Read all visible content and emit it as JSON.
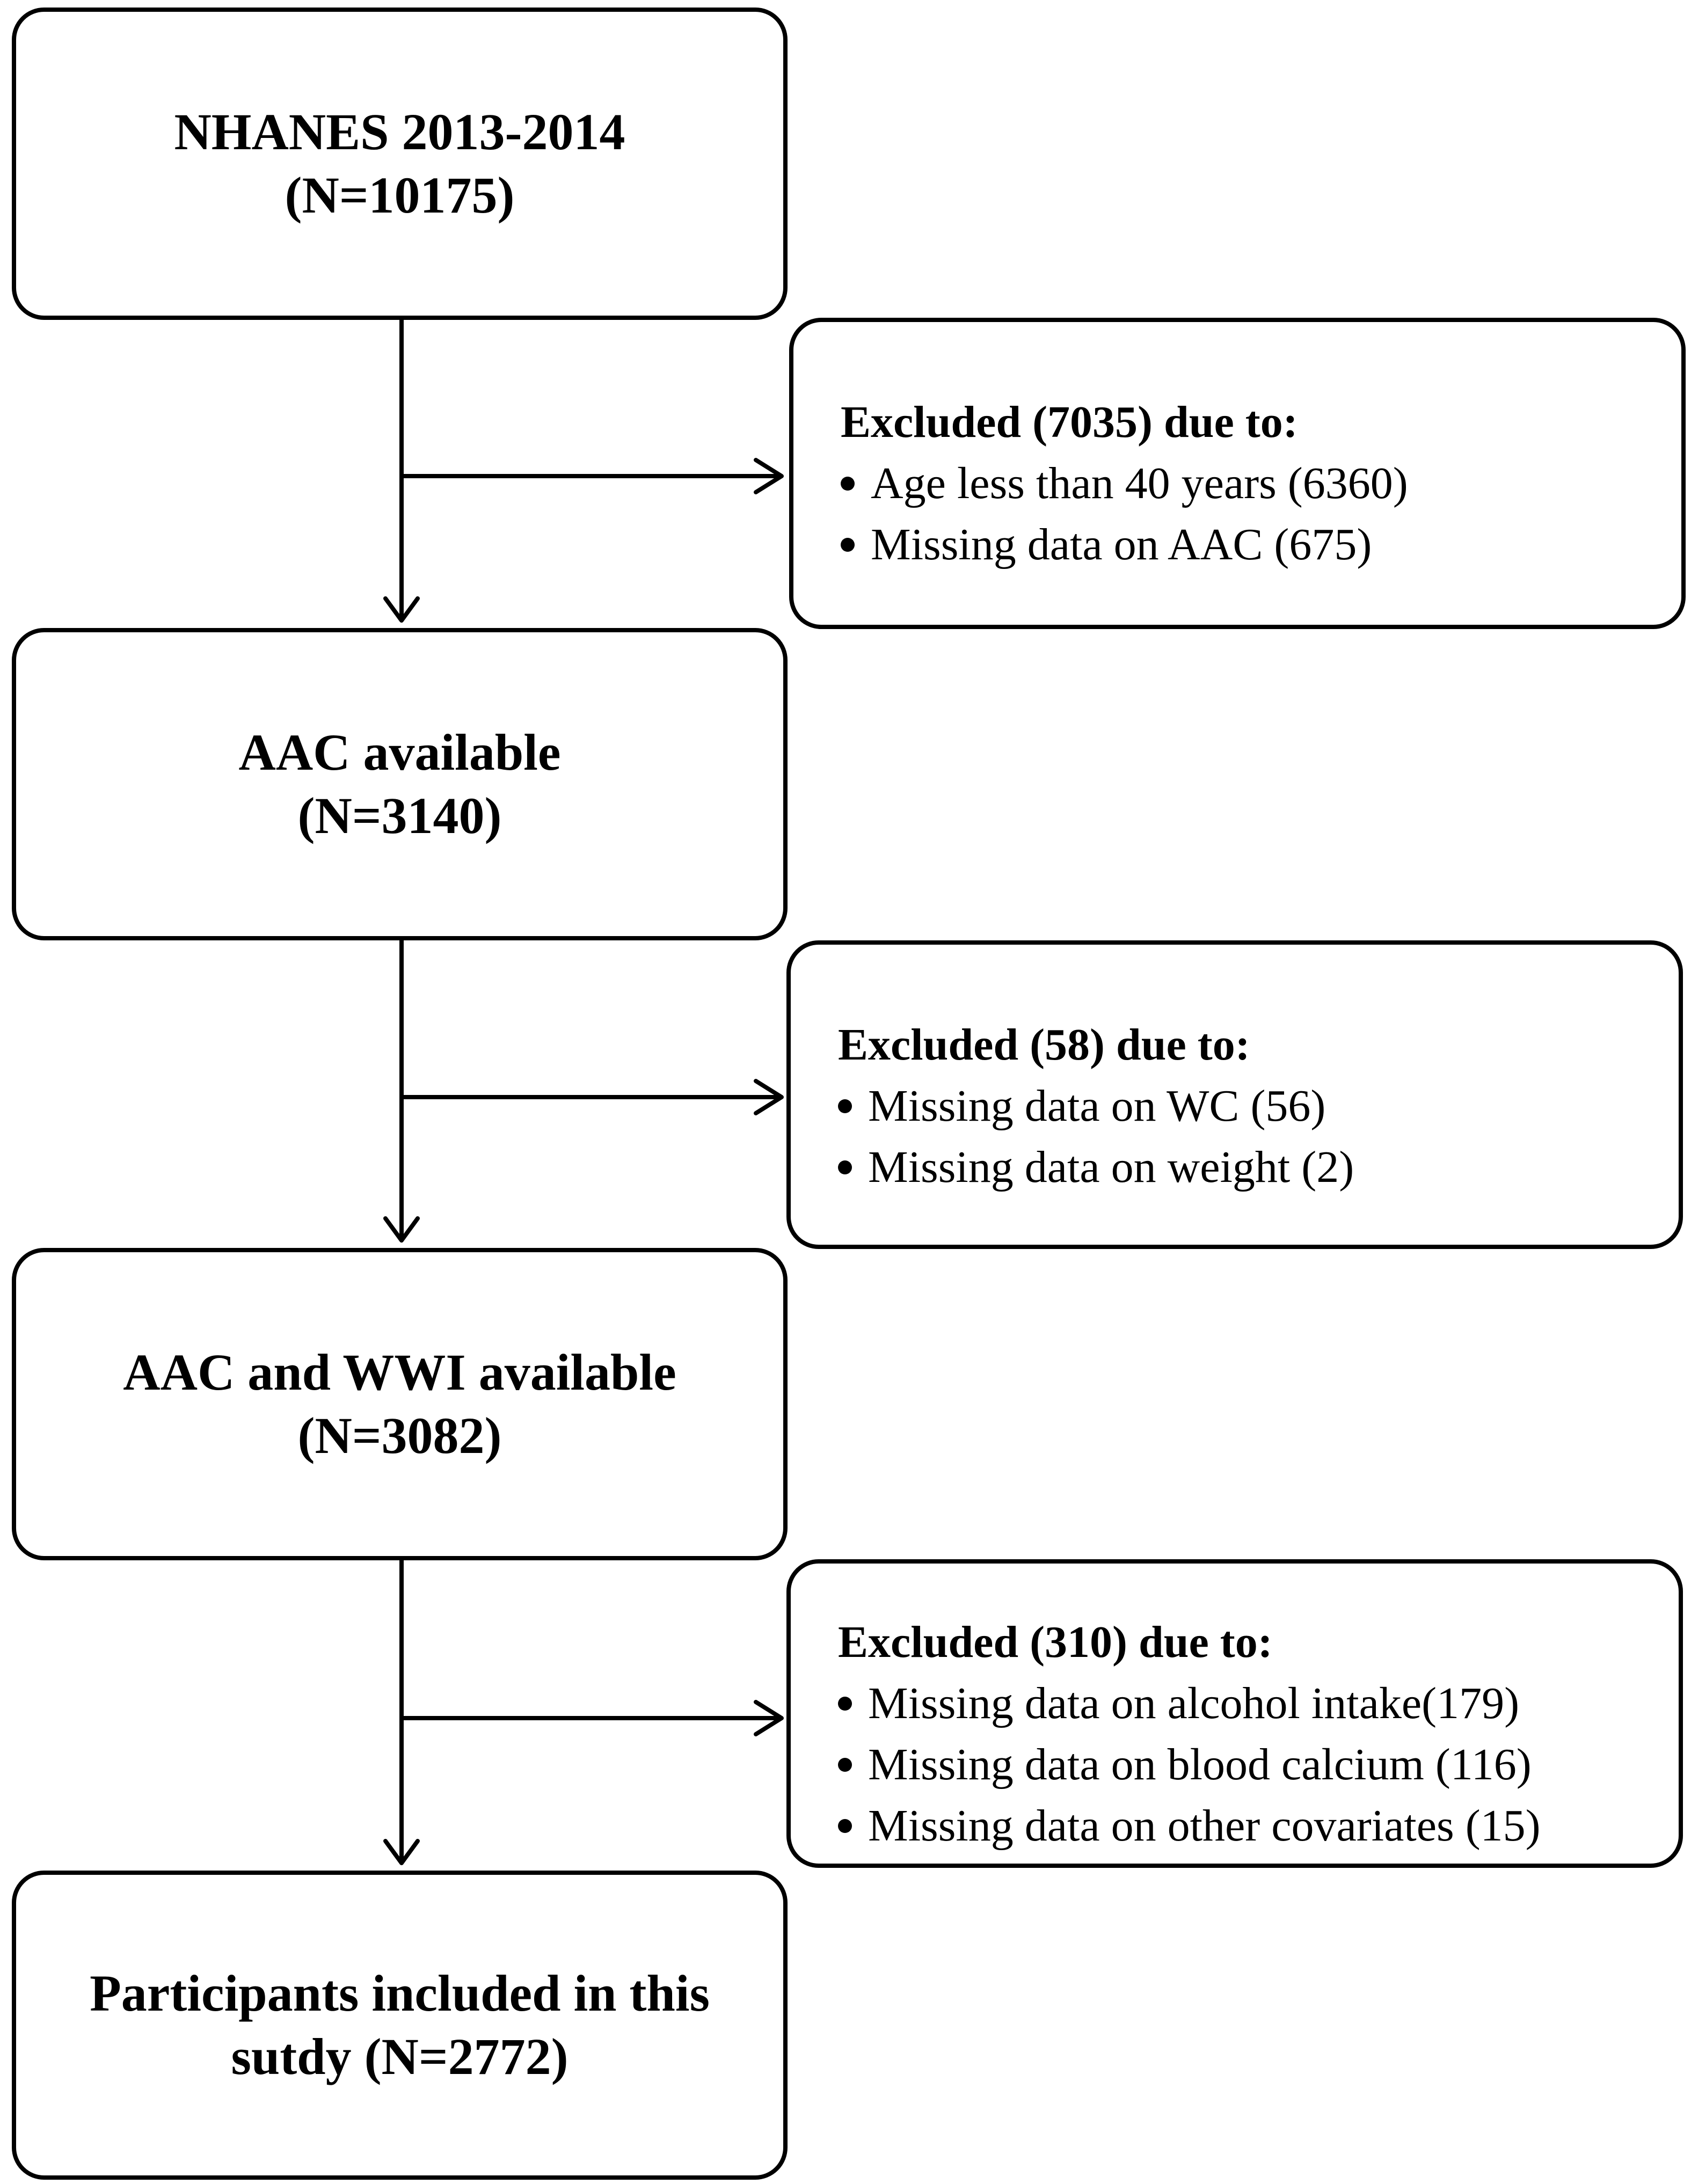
{
  "flow": {
    "stages": [
      {
        "lines": [
          "NHANES 2013-2014",
          "(N=10175)"
        ]
      },
      {
        "lines": [
          "AAC available",
          "(N=3140)"
        ]
      },
      {
        "lines": [
          "AAC and WWI available",
          "(N=3082)"
        ]
      },
      {
        "lines": [
          "Participants included in this",
          "sutdy (N=2772)"
        ]
      }
    ],
    "exclusions": [
      {
        "title": "Excluded (7035) due to:",
        "items": [
          "Age less than 40 years (6360)",
          "Missing data on AAC (675)"
        ]
      },
      {
        "title": "Excluded (58) due to:",
        "items": [
          "Missing data on WC  (56)",
          "Missing data on weight (2)"
        ]
      },
      {
        "title": "Excluded (310) due to:",
        "items": [
          "Missing data on alcohol intake(179)",
          "Missing data on blood calcium (116)",
          "Missing data on other covariates  (15)"
        ]
      }
    ]
  }
}
